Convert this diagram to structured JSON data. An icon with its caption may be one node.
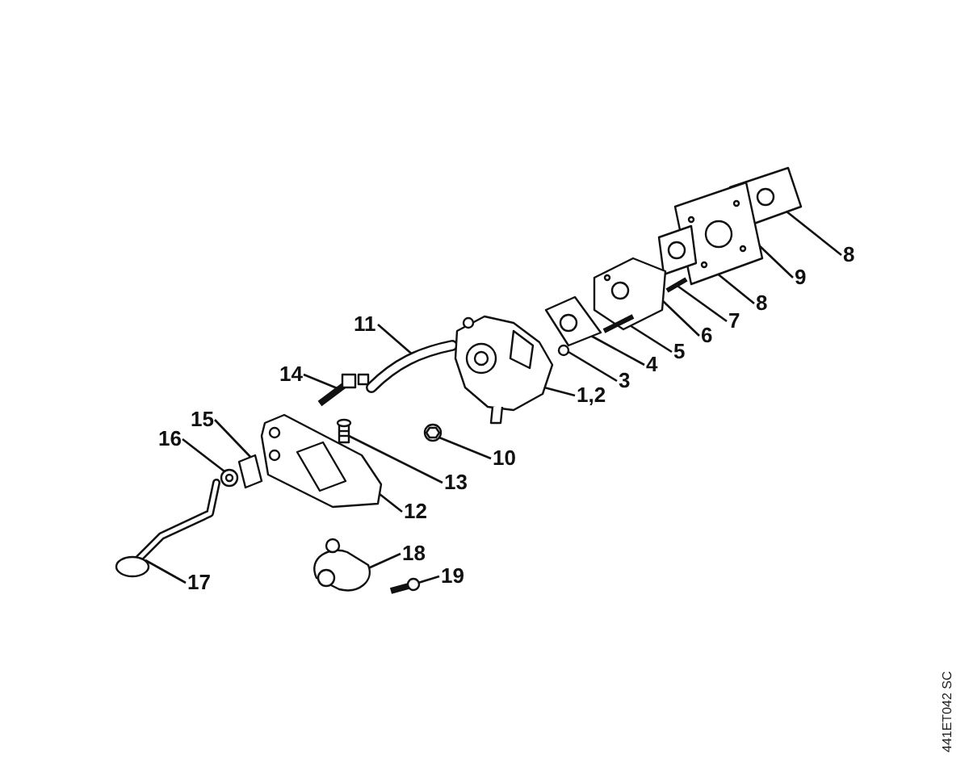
{
  "diagram": {
    "nodes": [
      {
        "text": [
          "8"
        ]
      },
      {
        "text": [
          "9"
        ]
      },
      {
        "text": [
          "8"
        ]
      },
      {
        "text": [
          "7"
        ]
      },
      {
        "text": [
          "6"
        ]
      },
      {
        "text": [
          "5"
        ]
      },
      {
        "text": [
          "4"
        ]
      },
      {
        "text": [
          "3"
        ]
      },
      {
        "text": [
          "11"
        ]
      },
      {
        "text": [
          "1,2"
        ]
      },
      {
        "text": [
          "14"
        ]
      },
      {
        "text": [
          "15"
        ]
      },
      {
        "text": [
          "16"
        ]
      },
      {
        "text": [
          "10"
        ]
      },
      {
        "text": [
          "13"
        ]
      },
      {
        "text": [
          "12"
        ]
      },
      {
        "text": [
          "18"
        ]
      },
      {
        "text": [
          "17"
        ]
      },
      {
        "text": [
          "19"
        ]
      },
      {
        "text": [],
        "shape": "picture"
      },
      {
        "text": [],
        "shape": "picture"
      },
      {
        "text": [],
        "shape": "picture"
      },
      {
        "text": [],
        "shape": "picture"
      },
      {
        "text": [],
        "shape": "picture"
      },
      {
        "text": [],
        "shape": "picture"
      },
      {
        "text": [],
        "shape": "picture"
      },
      {
        "text": [],
        "shape": "circle"
      },
      {
        "text": [],
        "shape": "picture"
      },
      {
        "text": [],
        "shape": "picture"
      },
      {
        "text": [],
        "shape": "picture"
      },
      {
        "text": [],
        "shape": "picture"
      },
      {
        "text": [],
        "shape": "picture"
      },
      {
        "text": [],
        "shape": "picture"
      },
      {
        "text": [],
        "shape": "picture"
      },
      {
        "text": [],
        "shape": "picture"
      },
      {
        "text": [],
        "shape": "picture"
      },
      {
        "text": [],
        "shape": "picture"
      },
      {
        "text": [],
        "shape": "picture"
      }
    ],
    "edges": [
      {
        "from": 0,
        "to": 19,
        "arrow": "none"
      },
      {
        "from": 1,
        "to": 20,
        "arrow": "none"
      },
      {
        "from": 2,
        "to": 21,
        "arrow": "none"
      },
      {
        "from": 3,
        "to": 22,
        "arrow": "none"
      },
      {
        "from": 4,
        "to": 23,
        "arrow": "none"
      },
      {
        "from": 5,
        "to": 24,
        "arrow": "none"
      },
      {
        "from": 6,
        "to": 25,
        "arrow": "none"
      },
      {
        "from": 7,
        "to": 26,
        "arrow": "none"
      },
      {
        "from": 8,
        "to": 27,
        "arrow": "none"
      },
      {
        "from": 9,
        "to": 28,
        "arrow": "none"
      },
      {
        "from": 10,
        "to": 29,
        "arrow": "none"
      },
      {
        "from": 11,
        "to": 30,
        "arrow": "none"
      },
      {
        "from": 12,
        "to": 31,
        "arrow": "none"
      },
      {
        "from": 13,
        "to": 32,
        "arrow": "none"
      },
      {
        "from": 14,
        "to": 33,
        "arrow": "none"
      },
      {
        "from": 15,
        "to": 34,
        "arrow": "none"
      },
      {
        "from": 16,
        "to": 35,
        "arrow": "none"
      },
      {
        "from": 17,
        "to": 36,
        "arrow": "none"
      },
      {
        "from": 18,
        "to": 37,
        "arrow": "none"
      }
    ],
    "labels": [
      "441ET042 SC"
    ]
  }
}
